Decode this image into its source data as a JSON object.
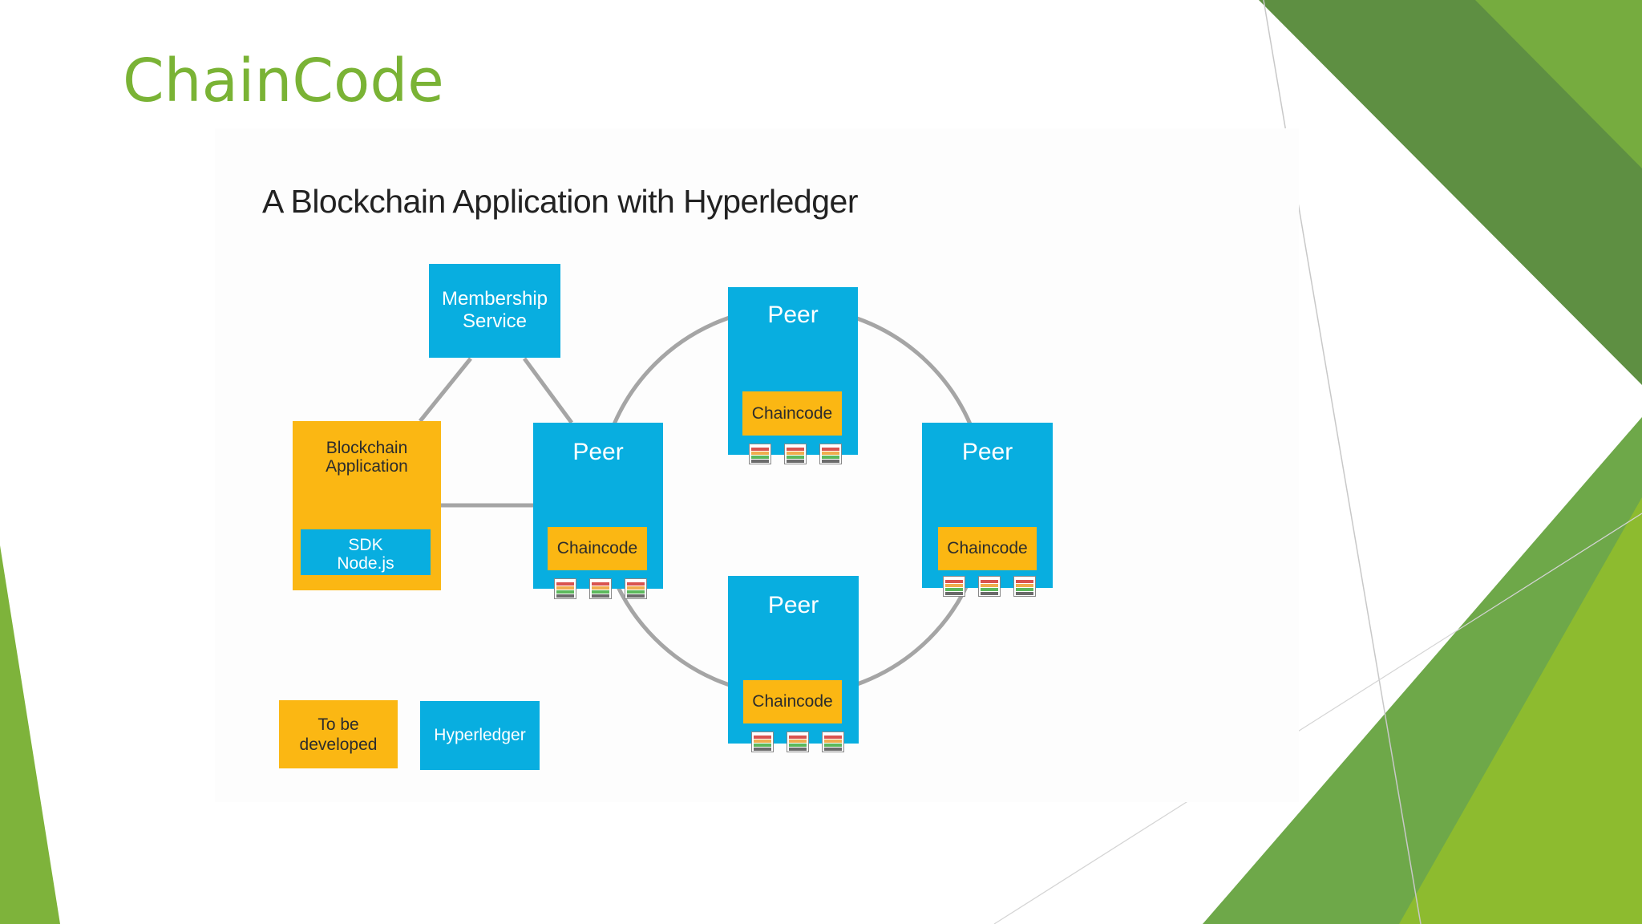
{
  "slide": {
    "title": "ChainCode"
  },
  "diagram": {
    "title": "A Blockchain Application with Hyperledger",
    "membership": "Membership Service",
    "application": {
      "label": "Blockchain Application",
      "sdk": "SDK Node.js"
    },
    "peers": [
      {
        "label": "Peer",
        "chaincode": "Chaincode"
      },
      {
        "label": "Peer",
        "chaincode": "Chaincode"
      },
      {
        "label": "Peer",
        "chaincode": "Chaincode"
      },
      {
        "label": "Peer",
        "chaincode": "Chaincode"
      }
    ],
    "legend": {
      "to_be_developed": "To be developed",
      "hyperledger": "Hyperledger"
    }
  },
  "colors": {
    "title_green": "#7ab335",
    "hyperledger_blue": "#08aee0",
    "develop_orange": "#fbb713",
    "accent_green_light": "#8bbb34",
    "accent_green_dark": "#5c8f3e"
  }
}
